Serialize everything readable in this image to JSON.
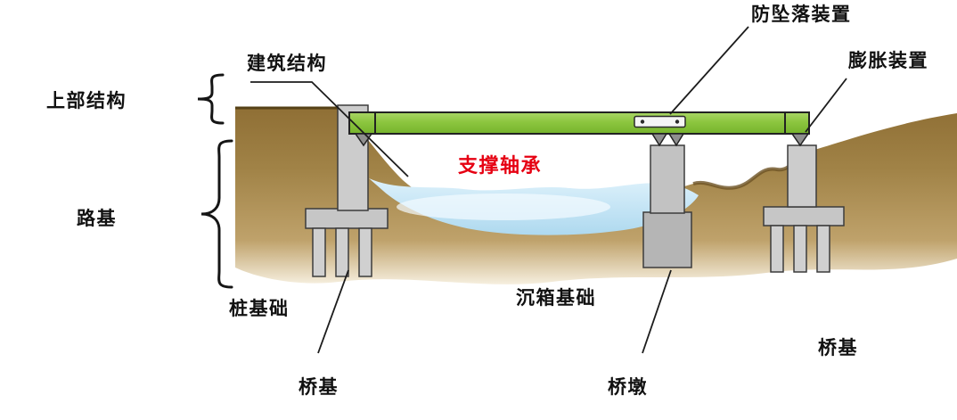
{
  "diagram": {
    "type": "bridge-structure-cross-section",
    "labels": {
      "superstructure": "上部结构",
      "roadbed": "路基",
      "building_structure": "建筑结构",
      "anti_fall_device": "防坠落装置",
      "expansion_device": "膨胀装置",
      "support_bearing": "支撑轴承",
      "pile_foundation": "桩基础",
      "caisson_foundation": "沉箱基础",
      "bridge_foundation_left": "桥基",
      "pier": "桥墩",
      "bridge_foundation_right": "桥基"
    },
    "colors": {
      "deck_green": "#8cc63f",
      "ground_brown": "#9d7c42",
      "water_blue": "#c9e6f5",
      "structure_gray": "#c9c9c9",
      "label_red": "#e60012",
      "label_black": "#111111",
      "line_black": "#1c1c1c"
    }
  }
}
